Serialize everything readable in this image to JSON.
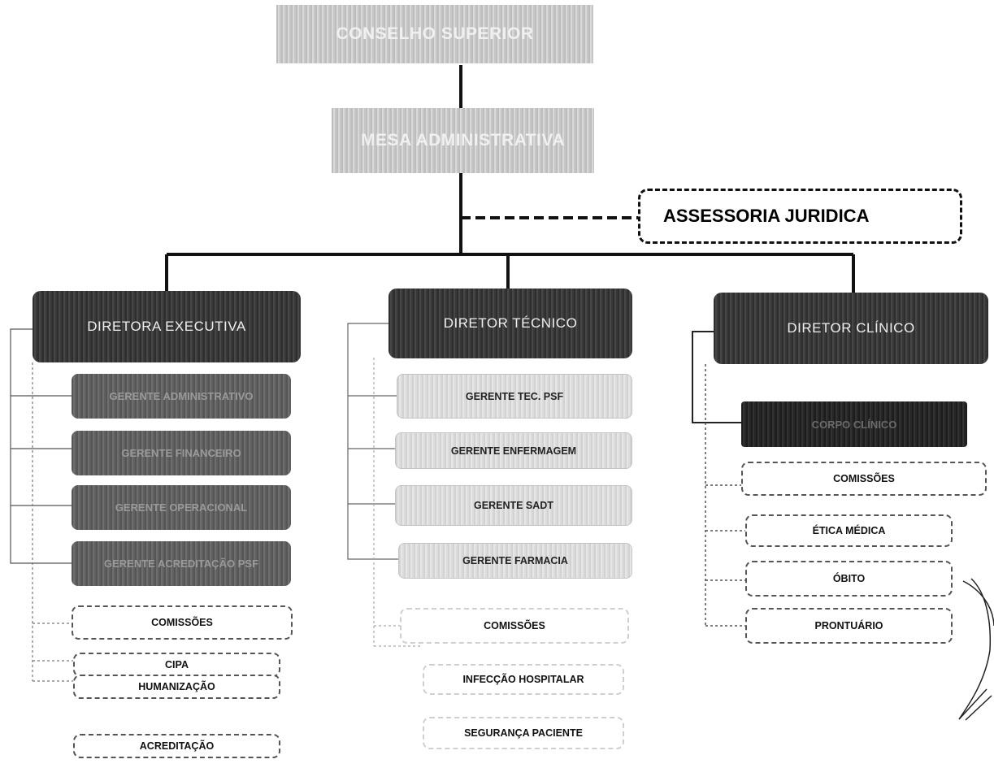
{
  "nodes": {
    "conselho": "CONSELHO SUPERIOR",
    "mesa": "MESA ADMINISTRATIVA",
    "assessoria": "ASSESSORIA JURIDICA",
    "executiva": {
      "title": "DIRETORA EXECUTIVA",
      "items": [
        "GERENTE ADMINISTRATIVO",
        "GERENTE FINANCEIRO",
        "GERENTE OPERACIONAL",
        "GERENTE ACREDITAÇÃO PSF"
      ],
      "comissoes": "COMISSÕES",
      "subs": [
        "CIPA",
        "HUMANIZAÇÃO",
        "ACREDITAÇÃO"
      ]
    },
    "tecnico": {
      "title": "DIRETOR TÉCNICO",
      "items": [
        "GERENTE TEC. PSF",
        "GERENTE ENFERMAGEM",
        "GERENTE SADT",
        "GERENTE FARMACIA"
      ],
      "comissoes": "COMISSÕES",
      "subs": [
        "INFECÇÃO HOSPITALAR",
        "SEGURANÇA PACIENTE"
      ]
    },
    "clinico": {
      "title": "DIRETOR CLÍNICO",
      "corpo": "CORPO CLÍNICO",
      "comissoes": "COMISSÕES",
      "subs": [
        "ÉTICA MÉDICA",
        "ÓBITO",
        "PRONTUÁRIO"
      ]
    }
  }
}
